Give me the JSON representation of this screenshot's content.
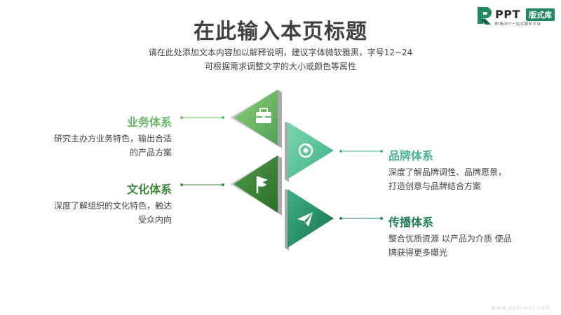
{
  "title": "在此输入本页标题",
  "subtitle": {
    "line1": "请在此处添加文本内容加以解释说明，建议字体微软雅黑，字号12~24",
    "line2": "可根据需求调整文字的大小或颜色等属性"
  },
  "logo": {
    "ppt": "PPT",
    "badge": "版式库",
    "tagline": "职场PPT一站式服务平台"
  },
  "blocks": [
    {
      "heading": "业务体系",
      "desc_line1": "研究主办方业务特色，输出合适",
      "desc_line2": "的产品方案",
      "icon": "briefcase-icon"
    },
    {
      "heading": "品牌体系",
      "desc_line1": "深度了解品牌调性、品牌愿景，",
      "desc_line2": "打造创意与品牌结合方案",
      "icon": "compass-icon"
    },
    {
      "heading": "文化体系",
      "desc_line1": "深度了解组织的文化特色，触达",
      "desc_line2": "受众内向",
      "icon": "flag-icon"
    },
    {
      "heading": "传播体系",
      "desc_line1": "整合优质资源  以产品为介质  使品",
      "desc_line2": "牌获得更多曝光",
      "icon": "paper-plane-icon"
    }
  ],
  "colors": {
    "business": "#6cb86a",
    "brand": "#4bb58f",
    "culture": "#3f8b3b",
    "spread": "#1e7f54",
    "shadow": "#c8c8c8"
  },
  "watermark": "www.pptcool.com"
}
